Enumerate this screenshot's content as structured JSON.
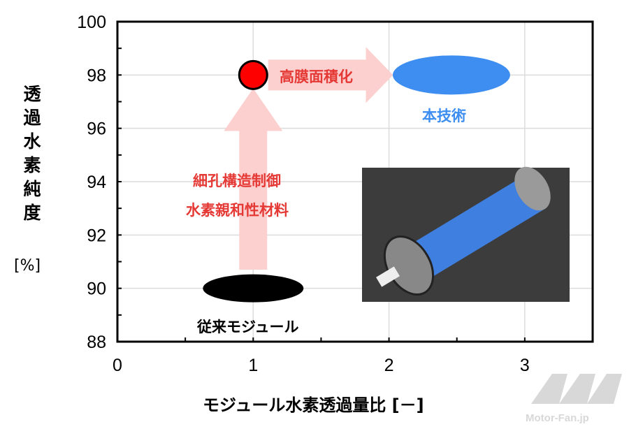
{
  "chart_data": {
    "type": "scatter",
    "title": "",
    "xlabel": "モジュール水素透過量比 [－]",
    "ylabel": "透過水素純度",
    "ylabel_unit": "[%]",
    "xlim": [
      0,
      3.5
    ],
    "ylim": [
      88,
      100
    ],
    "xticks": [
      0,
      1,
      2,
      3
    ],
    "yticks": [
      88,
      90,
      92,
      94,
      96,
      98,
      100
    ],
    "grid": true,
    "points": [
      {
        "name": "従来モジュール",
        "x": 1.0,
        "y": 90,
        "color": "#000000",
        "shape": "ellipse"
      },
      {
        "name": "",
        "x": 1.0,
        "y": 98,
        "color": "#ff0000",
        "shape": "circle"
      },
      {
        "name": "本技術",
        "x": 2.46,
        "y": 98,
        "color": "#3d8ef0",
        "shape": "ellipse"
      }
    ],
    "annotations": [
      {
        "text": "高膜面積化",
        "arrow": "right",
        "color": "#e53935"
      },
      {
        "text_lines": [
          "細孔構造制御",
          "水素親和性材料"
        ],
        "arrow": "up",
        "color": "#e53935"
      }
    ]
  },
  "logo": {
    "text": "Motor-Fan.jp",
    "mark": "MF"
  }
}
